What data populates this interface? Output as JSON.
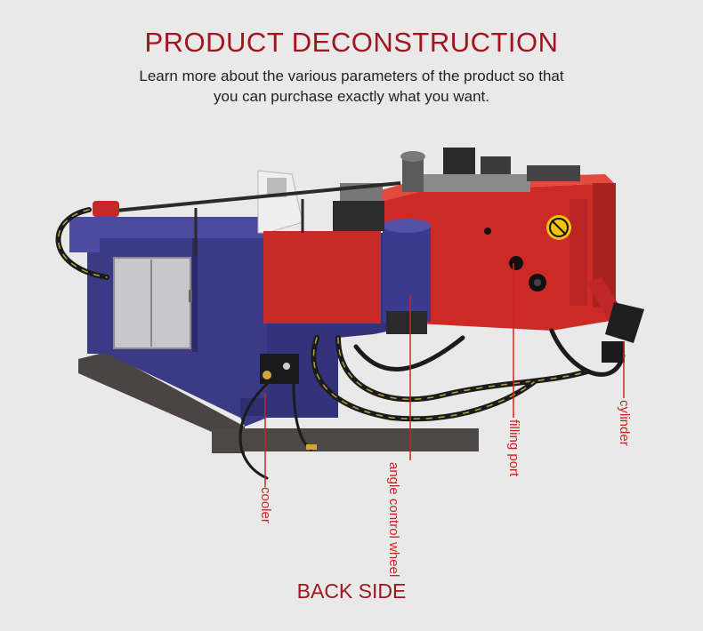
{
  "header": {
    "title": "PRODUCT DECONSTRUCTION",
    "subtitle_line1": "Learn more about the various parameters of the product so that",
    "subtitle_line2": "you can purchase exactly what you want."
  },
  "callouts": {
    "cooler": "cooler",
    "angle_control_line1": "angle control",
    "angle_control_line2": "wheel",
    "filling_port": "filling port",
    "cylinder": "cylinder"
  },
  "footer": {
    "view_label": "BACK SIDE"
  },
  "colors": {
    "title_red": "#a0161c",
    "label_red": "#d0231f",
    "machine_blue": "#3c3c8e",
    "machine_red": "#cc2a26",
    "background": "#e9e9e9"
  }
}
